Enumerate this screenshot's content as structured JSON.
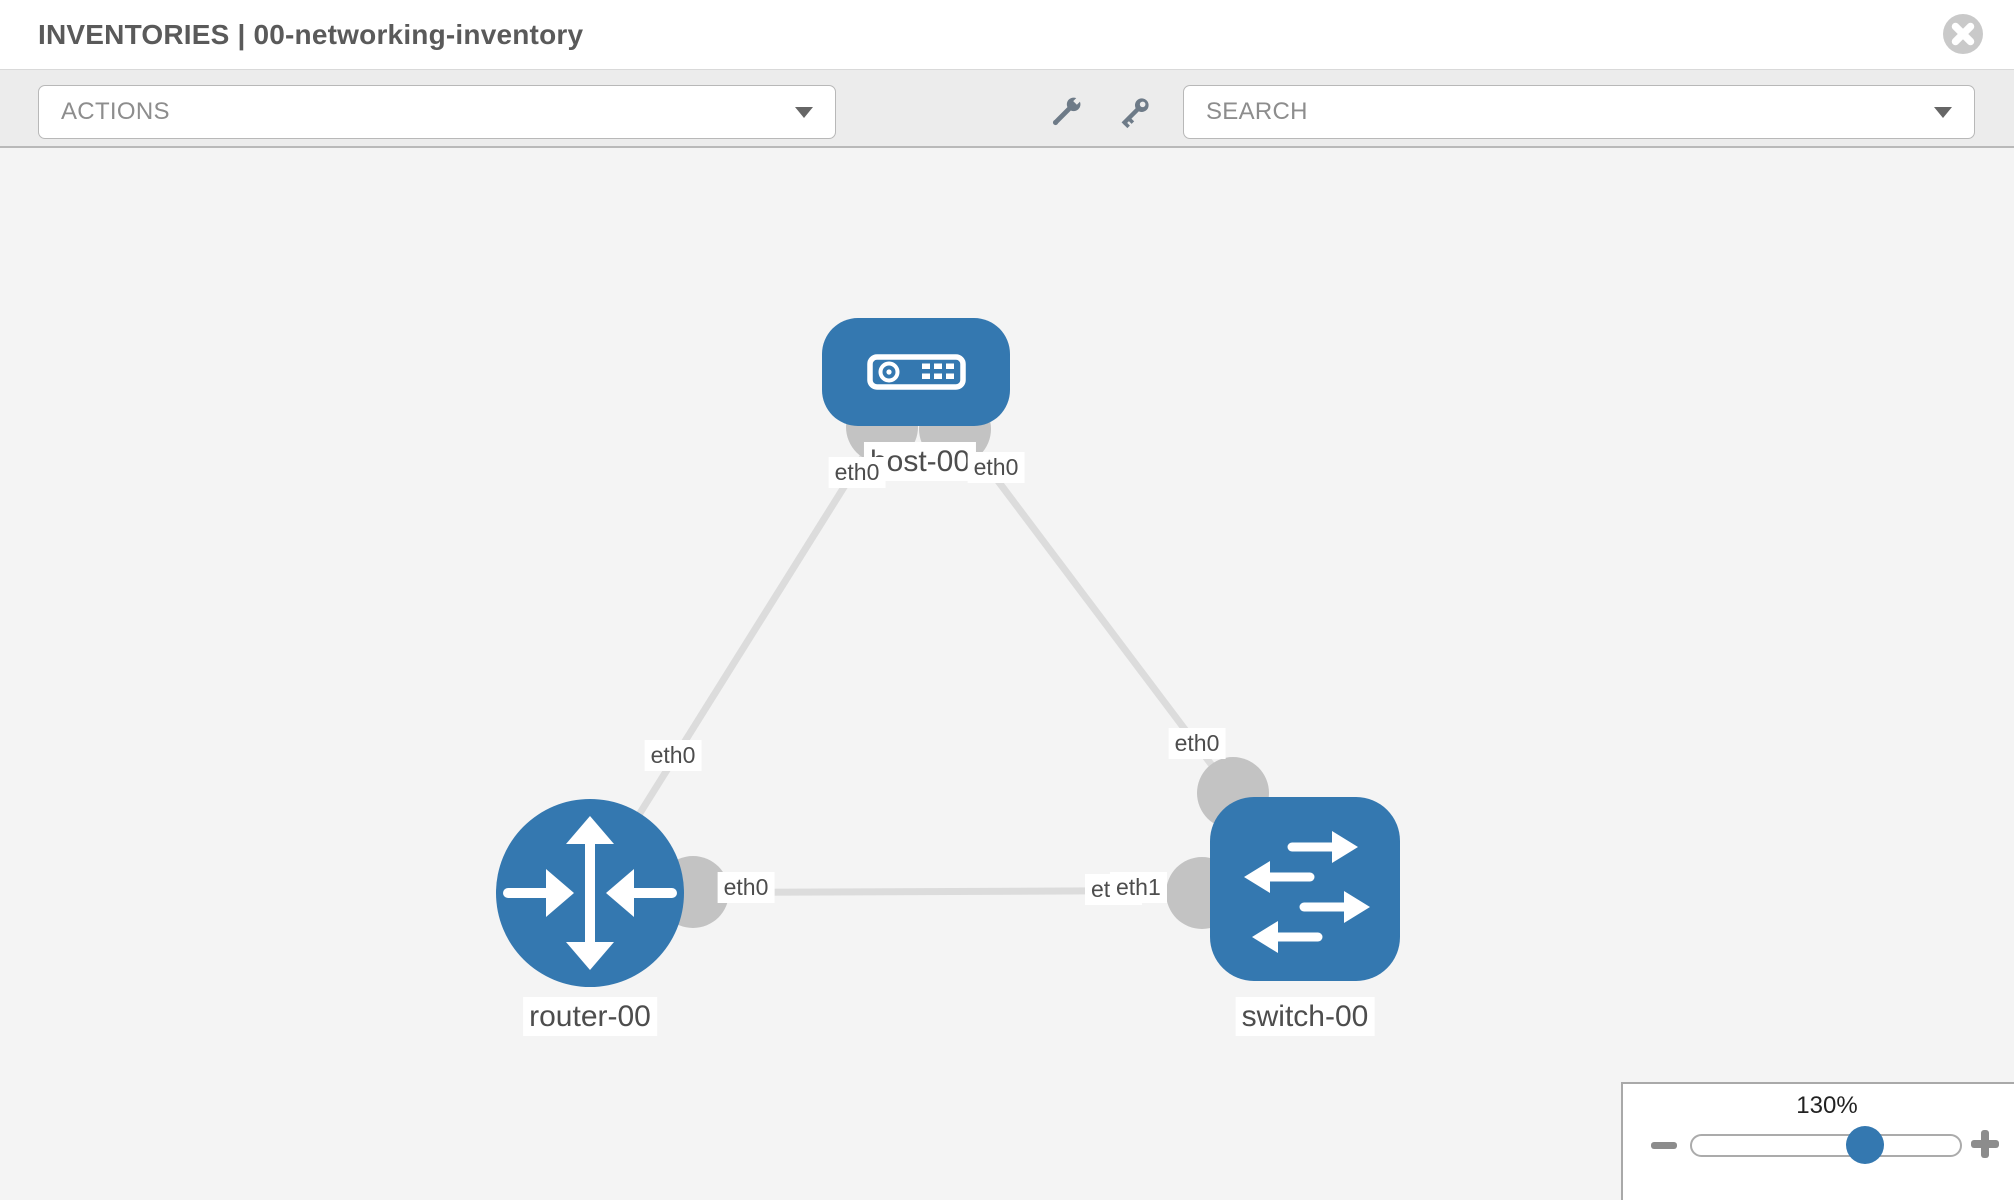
{
  "header": {
    "title": "INVENTORIES | 00-networking-inventory"
  },
  "toolbar": {
    "actions_label": "ACTIONS",
    "search_placeholder": "SEARCH"
  },
  "topology": {
    "nodes": [
      {
        "name": "host-00",
        "type": "host"
      },
      {
        "name": "router-00",
        "type": "router"
      },
      {
        "name": "switch-00",
        "type": "switch"
      }
    ],
    "links": [
      {
        "from": "host-00",
        "to": "router-00"
      },
      {
        "from": "host-00",
        "to": "switch-00"
      },
      {
        "from": "router-00",
        "to": "switch-00"
      }
    ],
    "interface_labels": {
      "host_to_router_at_host": "eth0",
      "host_to_switch_at_host": "eth0",
      "host_to_router_at_router": "eth0",
      "host_to_switch_at_switch": "eth0",
      "router_to_switch_at_router": "eth0",
      "router_to_switch_at_switch_back": "eth0",
      "router_to_switch_at_switch_front": "eth1"
    }
  },
  "zoom_control": {
    "value": "130%"
  },
  "colors": {
    "node_blue": "#3478b0",
    "link_gray": "#dcdcdc",
    "port_gray": "#c3c3c3",
    "canvas_bg": "#f4f4f4",
    "toolbar_bg": "#ececec"
  }
}
